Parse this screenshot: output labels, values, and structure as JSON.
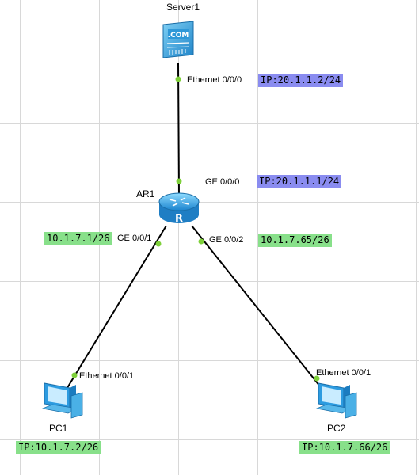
{
  "devices": {
    "server": {
      "name": "Server1",
      "icon": "server-icon",
      "screen_text": ".COM"
    },
    "router": {
      "name": "AR1",
      "icon": "router-icon",
      "glyph": "R"
    },
    "pc1": {
      "name": "PC1",
      "icon": "pc-icon"
    },
    "pc2": {
      "name": "PC2",
      "icon": "pc-icon"
    }
  },
  "ports": {
    "server_eth": "Ethernet 0/0/0",
    "ar_ge000": "GE 0/0/0",
    "ar_ge001": "GE 0/0/1",
    "ar_ge002": "GE 0/0/2",
    "pc1_eth": "Ethernet 0/0/1",
    "pc2_eth": "Ethernet 0/0/1"
  },
  "addresses": {
    "server": "IP:20.1.1.2/24",
    "ar_ge000": "IP:20.1.1.1/24",
    "ar_ge001": "10.1.7.1/26",
    "ar_ge002": "10.1.7.65/26",
    "pc1": "IP:10.1.7.2/26",
    "pc2": "IP:10.1.7.66/26"
  },
  "colors": {
    "wan_tag": "#8a8cf0",
    "lan_tag": "#88e08a",
    "port_dot": "#7ed03a",
    "device_blue": "#3aa6e0"
  }
}
